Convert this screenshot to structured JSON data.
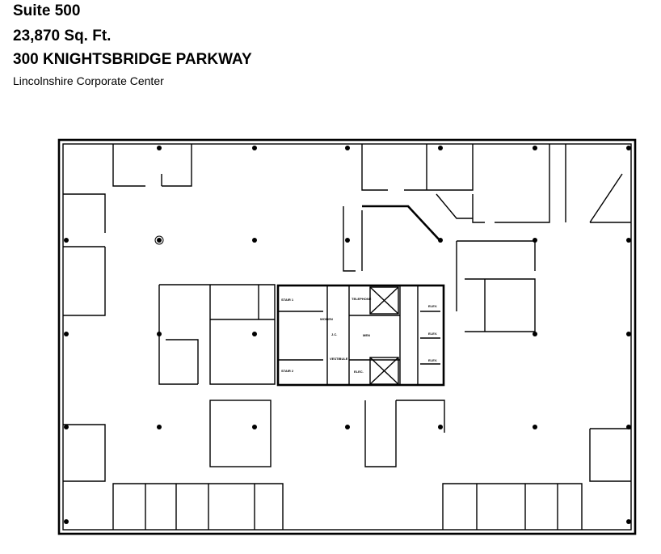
{
  "header": {
    "suite": "Suite 500",
    "area": "23,870 Sq. Ft.",
    "address": "300 KNIGHTSBRIDGE PARKWAY",
    "property": "Lincolnshire Corporate Center"
  },
  "floor_plan": {
    "labels": {
      "stair1": "STAIR 1",
      "stair2": "STAIR 2",
      "women": "WOMEN",
      "men": "MEN",
      "jc": "J.C.",
      "telephone": "TELEPHONE",
      "vestibule": "VESTIBULE",
      "elec": "ELEC.",
      "elev1": "ELEV.",
      "elev2": "ELEV.",
      "elev3": "ELEV."
    }
  }
}
